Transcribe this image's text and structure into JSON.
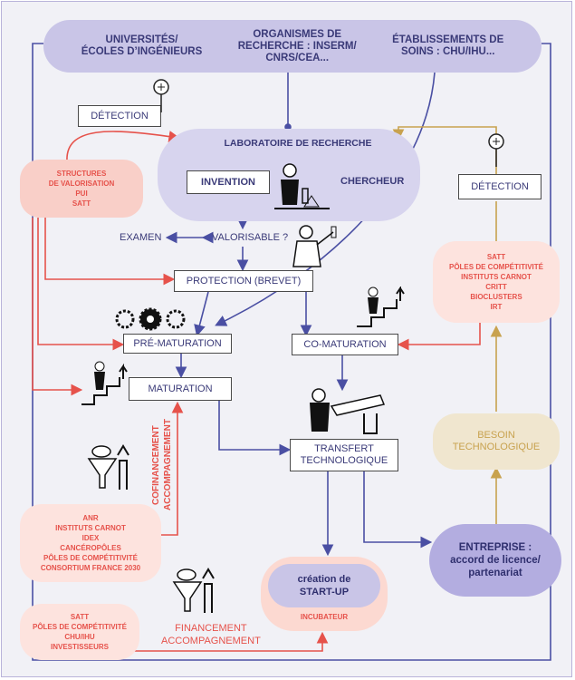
{
  "top": {
    "universites": "UNIVERSITÉS/\nÉCOLES D’INGÉNIEURS",
    "organismes": "ORGANISMES DE\nRECHERCHE : INSERM/\nCNRS/CEA...",
    "etablissements": "ÉTABLISSEMENTS DE\nSOINS : CHU/IHU..."
  },
  "lab": {
    "title": "LABORATOIRE DE RECHERCHE",
    "invention": "INVENTION",
    "chercheur": "CHERCHEUR"
  },
  "detection_left": "DÉTECTION",
  "detection_right": "DÉTECTION",
  "structures": [
    "STRUCTURES",
    "DE VALORISATION",
    "PUI",
    "SATT"
  ],
  "examen": "EXAMEN",
  "valorisable": "VALORISABLE ?",
  "protection": "PROTECTION (BREVET)",
  "pre_maturation": "PRÉ-MATURATION",
  "co_maturation": "CO-MATURATION",
  "maturation": "MATURATION",
  "transfert": "TRANSFERT\nTECHNOLOGIQUE",
  "cofinancement": "COFINANCEMENT\nACCOMPAGNEMENT",
  "satt_right": [
    "SATT",
    "PÔLES DE COMPÉTITIVITÉ",
    "INSTITUTS CARNOT",
    "CRITT",
    "BIOCLUSTERS",
    "IRT"
  ],
  "besoin": "BESOIN\nTECHNOLOGIQUE",
  "anr": [
    "ANR",
    "INSTITUTS CARNOT",
    "IDEX",
    "CANCÉROPÔLES",
    "PÔLES DE COMPÉTITIVITÉ",
    "CONSORTIUM FRANCE 2030"
  ],
  "entreprise": "ENTREPRISE :\naccord de licence/\npartenariat",
  "startup": "création de\nSTART-UP",
  "incubateur": "INCUBATEUR",
  "satt_bottom": [
    "SATT",
    "PÔLES DE COMPÉTITIVITÉ",
    "CHU/IHU",
    "INVESTISSEURS"
  ],
  "financement": "FINANCEMENT\nACCOMPAGNEMENT",
  "colors": {
    "navy": "#4a4fa3",
    "red": "#e6524b",
    "gold": "#c8a24f",
    "lavender": "#c9c5e7",
    "pink": "#f9cfc8"
  },
  "icons": [
    "lens-icon",
    "researcher-icon",
    "thinker-icon",
    "gears-icon",
    "stairs-climber-icon",
    "mechanic-icon",
    "funnel-growth-icon"
  ]
}
